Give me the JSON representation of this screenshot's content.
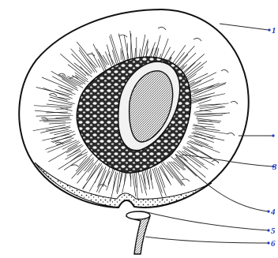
{
  "callouts": [
    {
      "label": "1",
      "target": "skin"
    },
    {
      "label": "",
      "target": "flesh"
    },
    {
      "label": "3",
      "target": "stone"
    },
    {
      "label": "4",
      "target": "seed"
    },
    {
      "label": "5",
      "target": "stalk-cavity"
    },
    {
      "label": "6",
      "target": "stalk"
    }
  ],
  "colors": {
    "ink": "#1a1a1a",
    "label": "#1f3cc8",
    "paper": "#ffffff"
  }
}
